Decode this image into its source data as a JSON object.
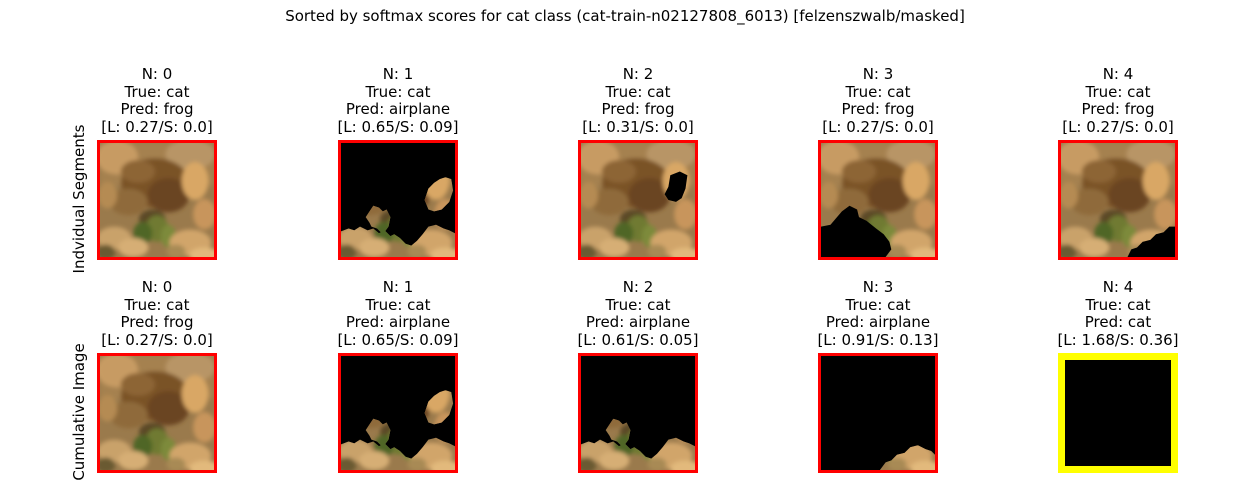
{
  "figure": {
    "title": "Sorted by softmax scores for cat class (cat-train-n02127808_6013) [felzenszwalb/masked]"
  },
  "colors": {
    "default_frame": "#ff0000",
    "highlight_frame": "#ffff00",
    "mask": "#000000"
  },
  "rows": [
    {
      "label": "Indvidual Segments",
      "panels": [
        {
          "n": "N: 0",
          "true": "True: cat",
          "pred": "Pred: frog",
          "scores": "[L: 0.27/S: 0.0]",
          "highlight": false,
          "visible_segments": "full"
        },
        {
          "n": "N: 1",
          "true": "True: cat",
          "pred": "Pred: airplane",
          "scores": "[L: 0.65/S: 0.09]",
          "highlight": false,
          "visible_segments": "seg1"
        },
        {
          "n": "N: 2",
          "true": "True: cat",
          "pred": "Pred: frog",
          "scores": "[L: 0.31/S: 0.0]",
          "highlight": false,
          "visible_segments": "minus-seg2"
        },
        {
          "n": "N: 3",
          "true": "True: cat",
          "pred": "Pred: frog",
          "scores": "[L: 0.27/S: 0.0]",
          "highlight": false,
          "visible_segments": "minus-seg3"
        },
        {
          "n": "N: 4",
          "true": "True: cat",
          "pred": "Pred: frog",
          "scores": "[L: 0.27/S: 0.0]",
          "highlight": false,
          "visible_segments": "minus-seg4"
        }
      ]
    },
    {
      "label": "Cumulative Image",
      "panels": [
        {
          "n": "N: 0",
          "true": "True: cat",
          "pred": "Pred: frog",
          "scores": "[L: 0.27/S: 0.0]",
          "highlight": false,
          "visible_segments": "full"
        },
        {
          "n": "N: 1",
          "true": "True: cat",
          "pred": "Pred: airplane",
          "scores": "[L: 0.65/S: 0.09]",
          "highlight": false,
          "visible_segments": "seg1"
        },
        {
          "n": "N: 2",
          "true": "True: cat",
          "pred": "Pred: airplane",
          "scores": "[L: 0.61/S: 0.05]",
          "highlight": false,
          "visible_segments": "seg2"
        },
        {
          "n": "N: 3",
          "true": "True: cat",
          "pred": "Pred: airplane",
          "scores": "[L: 0.91/S: 0.13]",
          "highlight": false,
          "visible_segments": "seg3"
        },
        {
          "n": "N: 4",
          "true": "True: cat",
          "pred": "Pred: cat",
          "scores": "[L: 1.68/S: 0.36]",
          "highlight": true,
          "visible_segments": "none"
        }
      ]
    }
  ]
}
